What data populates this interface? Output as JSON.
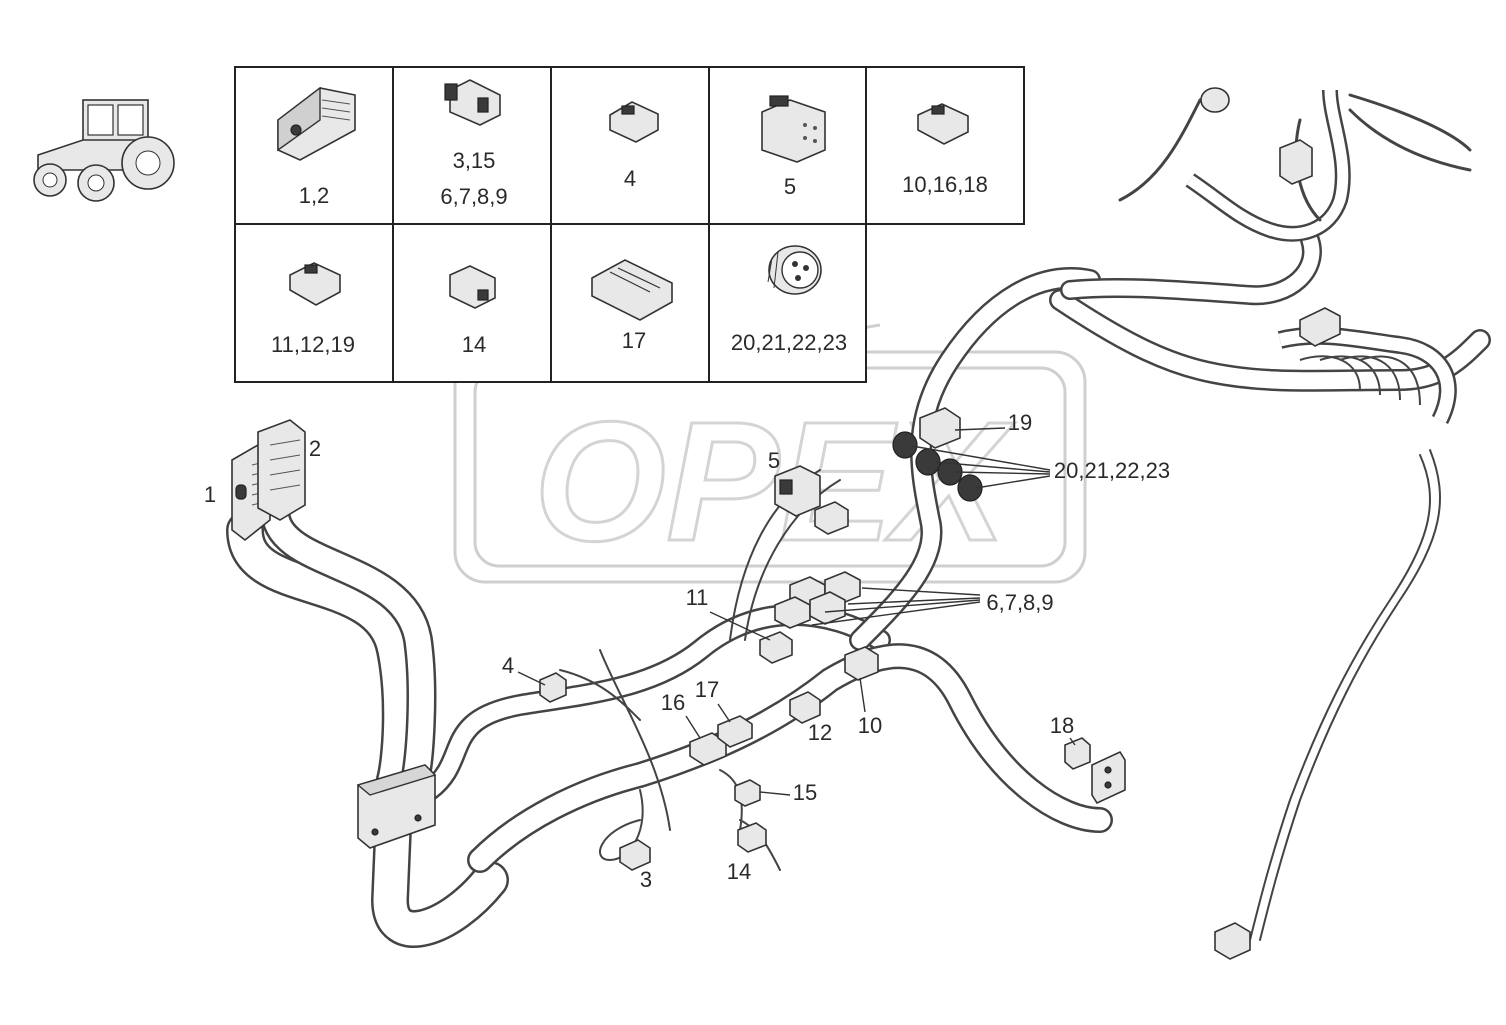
{
  "watermark": {
    "text": "OPEX"
  },
  "legend": {
    "cells": [
      {
        "label": "1,2"
      },
      {
        "label": "3,15"
      },
      {
        "label": "6,7,8,9"
      },
      {
        "label": "4"
      },
      {
        "label": "5"
      },
      {
        "label": "10,16,18"
      },
      {
        "label": "11,12,19"
      },
      {
        "label": "14"
      },
      {
        "label": "17"
      },
      {
        "label": "20,21,22,23"
      }
    ]
  },
  "callouts": [
    {
      "text": "1"
    },
    {
      "text": "2"
    },
    {
      "text": "5"
    },
    {
      "text": "19"
    },
    {
      "text": "20,21,22,23"
    },
    {
      "text": "11"
    },
    {
      "text": "6,7,8,9"
    },
    {
      "text": "4"
    },
    {
      "text": "16"
    },
    {
      "text": "17"
    },
    {
      "text": "12"
    },
    {
      "text": "10"
    },
    {
      "text": "18"
    },
    {
      "text": "15"
    },
    {
      "text": "3"
    },
    {
      "text": "14"
    }
  ]
}
